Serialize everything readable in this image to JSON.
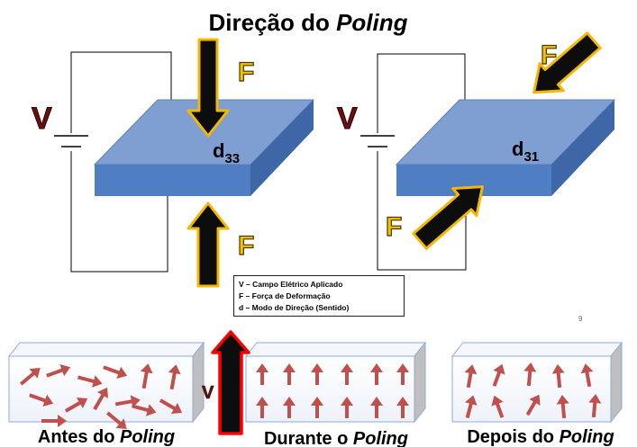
{
  "title": {
    "main": "Direção do ",
    "italic": "Poling"
  },
  "diagram_d33": {
    "voltage": "V",
    "force_top": "F",
    "force_bottom": "F",
    "mode": "d",
    "mode_sub": "33"
  },
  "diagram_d31": {
    "voltage": "V",
    "force_top": "F",
    "force_bottom": "F",
    "mode": "d",
    "mode_sub": "31"
  },
  "legend": {
    "line1": "V – Campo Elétrico Aplicado",
    "line2": "F – Força de Deformação",
    "line3": "d – Modo de Direção (Sentido)"
  },
  "page_number": "9",
  "poling_stages": {
    "before": {
      "main": "Antes do ",
      "italic": "Poling"
    },
    "during": {
      "main": "Durante o ",
      "italic": "Poling"
    },
    "after": {
      "main": "Depois do ",
      "italic": "Poling"
    },
    "field_label": "V"
  },
  "colors": {
    "plate_top": "#7f9fd3",
    "plate_front": "#4f7fc2",
    "arrow_fill": "#0d0d0d",
    "arrow_outline": "#f5b800",
    "dipole": "#c0504d",
    "field_arrow_outline": "#ff0000",
    "block_edge": "#8faadc"
  }
}
